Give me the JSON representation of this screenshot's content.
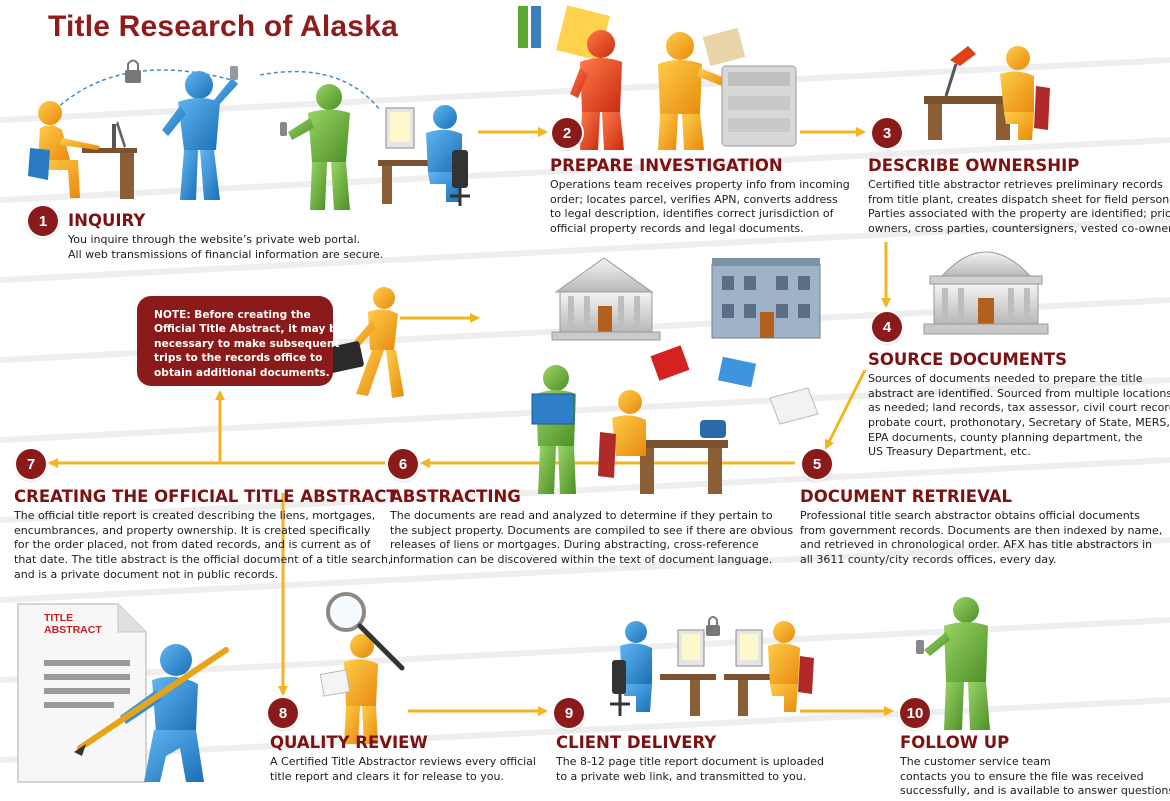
{
  "header": {
    "title": "Title Research of Alaska"
  },
  "steps": [
    {
      "number": "1",
      "heading": "INQUIRY",
      "lines": [
        "You inquire through the website’s private web portal.",
        "All web transmissions of financial information are secure."
      ]
    },
    {
      "number": "2",
      "heading": "PREPARE INVESTIGATION",
      "lines": [
        "Operations team receives property info from incoming",
        "order; locates parcel, verifies APN, converts address",
        "to legal description, identifies correct jurisdiction of",
        "official property records and legal documents."
      ]
    },
    {
      "number": "3",
      "heading": "DESCRIBE OWNERSHIP",
      "lines": [
        "Certified title abstractor retrieves preliminary records",
        "from title plant, creates dispatch sheet for field personnel.",
        "Parties associated with the property are identified; prior",
        "owners, cross parties, countersigners, vested co-owners."
      ]
    },
    {
      "number": "4",
      "heading": "SOURCE DOCUMENTS",
      "lines": [
        "Sources of documents needed to prepare the title",
        "abstract are identified. Sourced from multiple locations",
        "as needed; land records, tax assessor, civil court records,",
        "probate court, prothonotary, Secretary of State, MERS,",
        "EPA documents, county planning department, the",
        "US Treasury Department, etc."
      ]
    },
    {
      "number": "5",
      "heading": "DOCUMENT RETRIEVAL",
      "lines": [
        "Professional title search abstractor obtains official documents",
        "from government records. Documents are then indexed by name,",
        "and retrieved in chronological order. AFX has title abstractors in",
        "all 3611 county/city records offices, every day."
      ]
    },
    {
      "number": "6",
      "heading": "ABSTRACTING",
      "lines": [
        "The documents are read and analyzed to determine if they pertain to",
        "the subject property. Documents are compiled to see if there are obvious",
        "releases of liens or mortgages. During abstracting, cross-reference",
        "information can be discovered within the text of document language."
      ]
    },
    {
      "number": "7",
      "heading": "CREATING THE OFFICIAL TITLE ABSTRACT",
      "lines": [
        "The official title report is created describing the liens, mortgages,",
        "encumbrances, and property ownership. It is created specifically",
        "for the order placed, not from dated records, and is current as of",
        "that date.  The title abstract is the official document of a title search,",
        "and is a private document not in public records."
      ]
    },
    {
      "number": "8",
      "heading": "QUALITY REVIEW",
      "lines": [
        "A Certified Title Abstractor reviews every official",
        "title report and clears it for release to you."
      ]
    },
    {
      "number": "9",
      "heading": "CLIENT DELIVERY",
      "lines": [
        "The 8-12 page title report document is uploaded",
        "to a private web link, and transmitted to you."
      ]
    },
    {
      "number": "10",
      "heading": "FOLLOW UP",
      "lines": [
        "The customer service team",
        "contacts you to ensure the file was received",
        "successfully, and is available to answer questions."
      ]
    }
  ],
  "note": {
    "lines": [
      "NOTE: Before creating the",
      "Official Title Abstract, it may be",
      "necessary to make subsequent",
      "trips to the records office to",
      "obtain additional documents."
    ]
  },
  "document_label": {
    "line1": "TITLE",
    "line2": "ABSTRACT"
  },
  "colors": {
    "brand": "#8b1a1a",
    "arrow": "#f2b51f",
    "orange": "#f5a623",
    "blue": "#2e8fd6",
    "green": "#6db33f",
    "red": "#e03c1c"
  }
}
